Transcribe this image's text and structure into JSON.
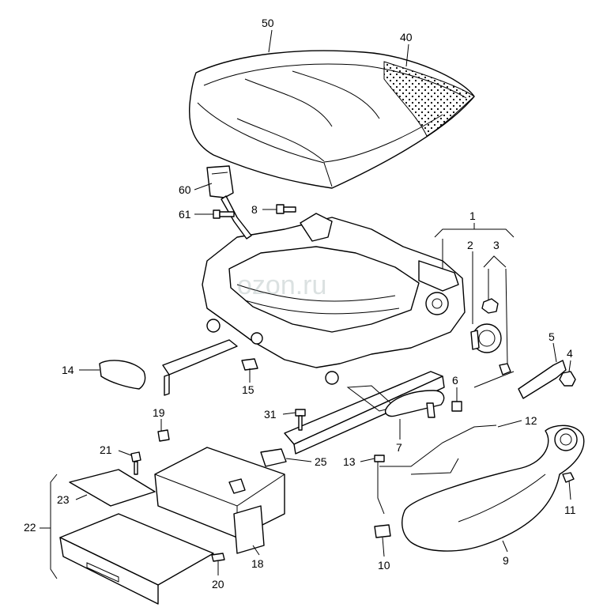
{
  "callouts": [
    "50",
    "40",
    "60",
    "61",
    "8",
    "1",
    "2",
    "3",
    "5",
    "4",
    "14",
    "15",
    "6",
    "12",
    "31",
    "7",
    "19",
    "21",
    "25",
    "13",
    "23",
    "22",
    "11",
    "9",
    "18",
    "10",
    "20"
  ],
  "watermark": "ozon.ru"
}
